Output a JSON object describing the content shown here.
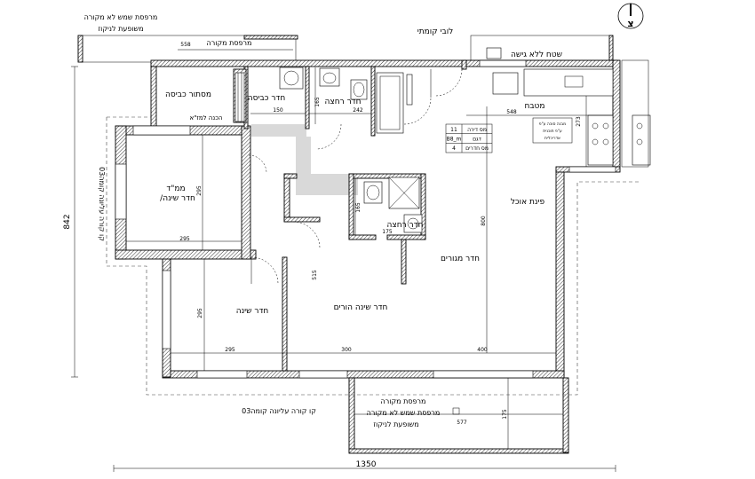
{
  "rooms": {
    "living": "חדר מגורים",
    "dining": "פינת אוכל",
    "kitchen": "מטבח",
    "master_bedroom": "חדר שינה הורים",
    "bedroom": "חדר שינה",
    "mamad": "ממ\"ד",
    "mamad_sub": "/חדר שינה",
    "bath_main": "חדר רחצה",
    "bath_small": "חדר רחצה",
    "laundry": "חדר כביסה",
    "storage": "מסתור כביסה",
    "storage_note": "הכנה למז\"א",
    "lobby": "לובי קומתי",
    "no_access": "שטח ללא גישה",
    "covered_balcony_top": "מרפסת מקורה",
    "covered_balcony_bottom": "מרפסת מקורה"
  },
  "notes": {
    "top_left_line1": "מרפסת שמש לא מקורה",
    "top_left_line2": "משופעת לניקוז",
    "bottom_line1": "מרפסת שמש לא מקורה",
    "bottom_line2": "משופעת לניקוז",
    "roof_line_bottom": "קו קורה עליונה קומה03",
    "roof_line_left": "קו קורה עליונה קומה03",
    "kitchen_note1": "מבנה סוכה ע\"פ",
    "kitchen_note2": "ע\"פ תוכנית",
    "kitchen_note3": "אדריכלית"
  },
  "info_table": [
    {
      "label": "מס דירה",
      "value": "11"
    },
    {
      "label": "דגם",
      "value": "B8_m"
    },
    {
      "label": "מס חדרים",
      "value": "4"
    }
  ],
  "dimensions": {
    "overall_width": "1350",
    "overall_height": "842",
    "top_balcony": "558",
    "laundry_w": "150",
    "bath_w": "242",
    "kitchen_w": "548",
    "kitchen_h": "273",
    "bath_h": "165",
    "mamad_w": "295",
    "mamad_h": "295",
    "bath_small_h": "165",
    "bath_small_w": "175",
    "living_h": "800",
    "master_h": "515",
    "bed_h": "295",
    "bed_w": "295",
    "master_w": "300",
    "living_w": "400",
    "balcony_w": "577",
    "balcony_h": "175"
  },
  "north_symbol": "צ"
}
